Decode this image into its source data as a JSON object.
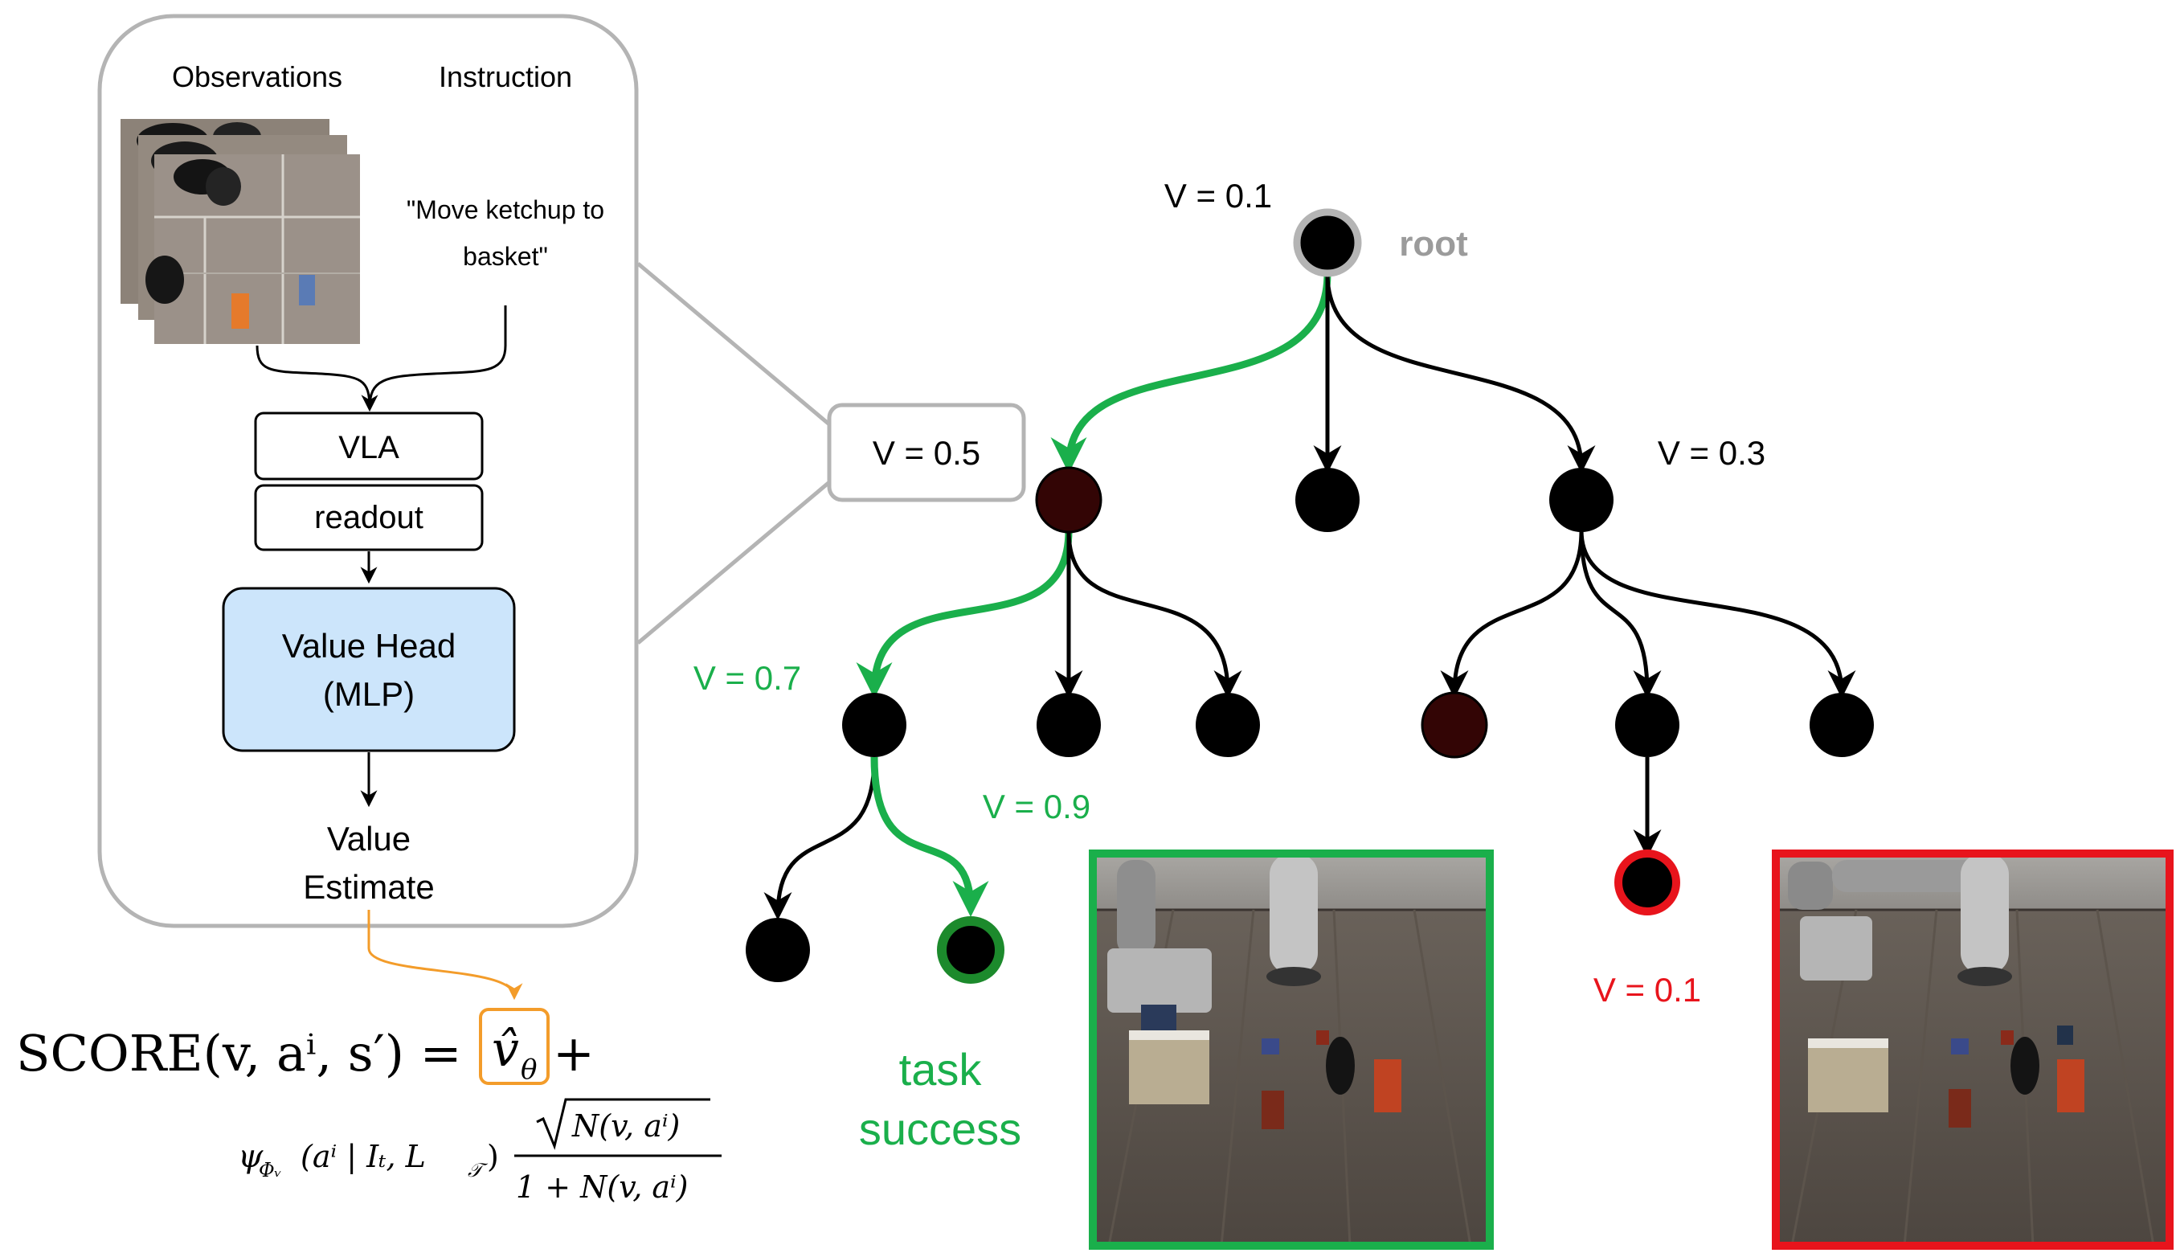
{
  "panel": {
    "observations_label": "Observations",
    "instruction_label": "Instruction",
    "instruction_text_line1": "\"Move ketchup to",
    "instruction_text_line2": "basket\"",
    "vla_label": "VLA",
    "readout_label": "readout",
    "value_head_line1": "Value Head",
    "value_head_line2": "(MLP)",
    "value_estimate_line1": "Value",
    "value_estimate_line2": "Estimate"
  },
  "callout": {
    "label": "V = 0.5"
  },
  "tree": {
    "root_value": "V = 0.1",
    "root_label": "root",
    "right_child_value": "V = 0.3",
    "green_child_value": "V = 0.7",
    "success_leaf_value": "V = 0.9",
    "failure_leaf_value": "V = 0.1",
    "task_success_line1": "task",
    "task_success_line2": "success"
  },
  "formula": {
    "score_text": "SCORE(v, aⁱ, s′) =",
    "vhat": "v̂",
    "vhat_sub": "θ",
    "plus": "+",
    "psi_term": "ψ",
    "psi_sub": "Φᵥ",
    "psi_args": "(aⁱ | Iₜ, L",
    "psi_args_sub": "𝒯",
    "psi_args_close": ")",
    "numerator": "N(v, aⁱ)",
    "denominator": "1 + N(v, aⁱ)"
  },
  "colors": {
    "green": "#1aaf4b",
    "red": "#e8141c",
    "gray": "#b4b4b4",
    "orange": "#f39c2a",
    "value_head_fill": "#cce5fb",
    "dark_red_node": "#330505"
  }
}
